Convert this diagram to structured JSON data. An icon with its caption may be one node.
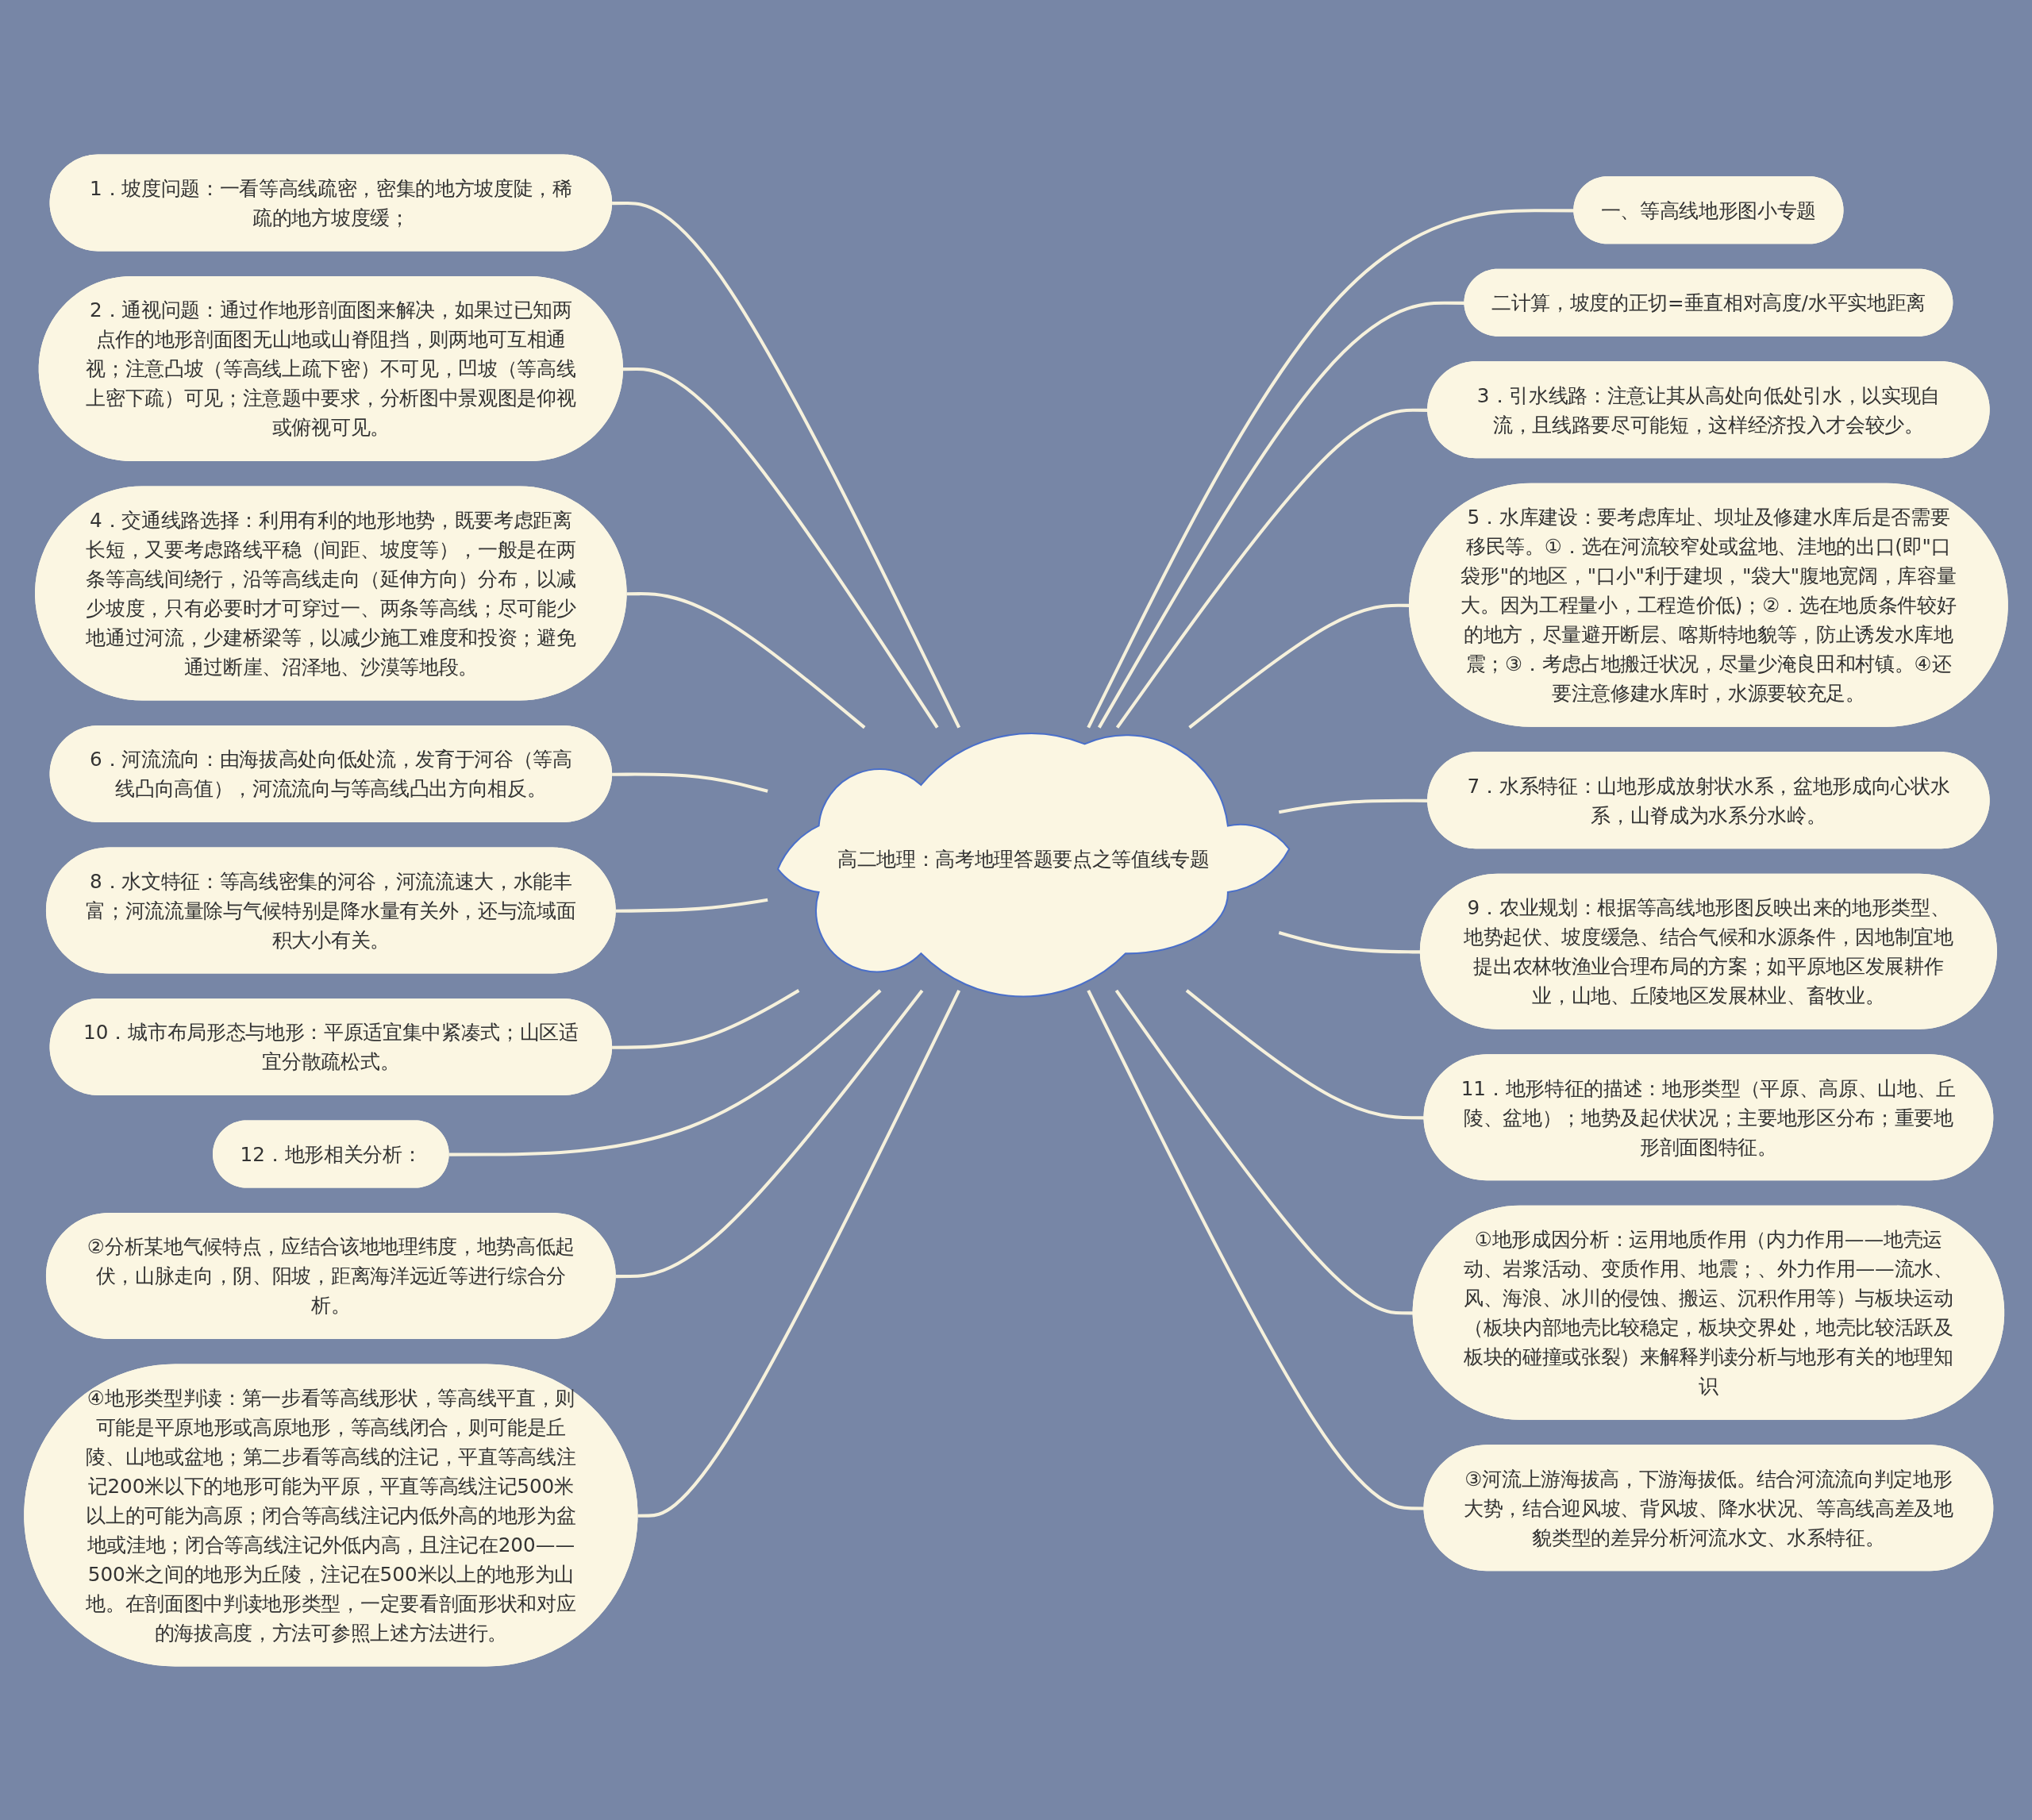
{
  "diagram": {
    "nodes": [
      {
        "text": [
          "高二地理：高考地理答题要点之等值线专题"
        ]
      },
      {
        "text": [
          "一、等高线地形图小专题"
        ]
      },
      {
        "text": [
          "二计算，坡度的正切=垂直相对高度/水平实地距离"
        ]
      },
      {
        "text": [
          "3．引水线路：注意让其从高处向低处引水，以实现自流，且线路要尽可能短，这样经济投入才会较少。"
        ]
      },
      {
        "text": [
          "5．水库建设：要考虑库址、坝址及修建水库后是否需要移民等。①．选在河流较窄处或盆地、洼地的出口(即\"口袋形\"的地区，\"口小\"利于建坝，\"袋大\"腹地宽阔，库容量大。因为工程量小，工程造价低)；②．选在地质条件较好的地方，尽量避开断层、喀斯特地貌等，防止诱发水库地震；③．考虑占地搬迁状况，尽量少淹良田和村镇。④还要注意修建水库时，水源要较充足。"
        ]
      },
      {
        "text": [
          "7．水系特征：山地形成放射状水系，盆地形成向心状水系，山脊成为水系分水岭。"
        ]
      },
      {
        "text": [
          "9．农业规划：根据等高线地形图反映出来的地形类型、地势起伏、坡度缓急、结合气候和水源条件，因地制宜地提出农林牧渔业合理布局的方案；如平原地区发展耕作业，山地、丘陵地区发展林业、畜牧业。"
        ]
      },
      {
        "text": [
          "11．地形特征的描述：地形类型（平原、高原、山地、丘陵、盆地）；地势及起伏状况；主要地形区分布；重要地形剖面图特征。"
        ]
      },
      {
        "text": [
          "①地形成因分析：运用地质作用（内力作用——地壳运动、岩浆活动、变质作用、地震；、外力作用——流水、风、海浪、冰川的侵蚀、搬运、沉积作用等）与板块运动（板块内部地壳比较稳定，板块交界处，地壳比较活跃及板块的碰撞或张裂）来解释判读分析与地形有关的地理知识"
        ]
      },
      {
        "text": [
          "③河流上游海拔高，下游海拔低。结合河流流向判定地形大势，结合迎风坡、背风坡、降水状况、等高线高差及地貌类型的差异分析河流水文、水系特征。"
        ]
      },
      {
        "text": [
          "1．坡度问题：一看等高线疏密，密集的地方坡度陡，稀疏的地方坡度缓；"
        ]
      },
      {
        "text": [
          "2．通视问题：通过作地形剖面图来解决，如果过已知两点作的地形剖面图无山地或山脊阻挡，则两地可互相通视；注意凸坡（等高线上疏下密）不可见，凹坡（等高线上密下疏）可见；注意题中要求，分析图中景观图是仰视或俯视可见。"
        ]
      },
      {
        "text": [
          "4．交通线路选择：利用有利的地形地势，既要考虑距离长短，又要考虑路线平稳（间距、坡度等），一般是在两条等高线间绕行，沿等高线走向（延伸方向）分布，以减少坡度，只有必要时才可穿过一、两条等高线；尽可能少地通过河流，少建桥梁等，以减少施工难度和投资；避免通过断崖、沼泽地、沙漠等地段。"
        ]
      },
      {
        "text": [
          "6．河流流向：由海拔高处向低处流，发育于河谷（等高线凸向高值），河流流向与等高线凸出方向相反。"
        ]
      },
      {
        "text": [
          "8．水文特征：等高线密集的河谷，河流流速大，水能丰富；河流流量除与气候特别是降水量有关外，还与流域面积大小有关。"
        ]
      },
      {
        "text": [
          "10．城市布局形态与地形：平原适宜集中紧凑式；山区适宜分散疏松式。"
        ]
      },
      {
        "text": [
          "12．地形相关分析："
        ]
      },
      {
        "text": [
          "②分析某地气候特点，应结合该地地理纬度，地势高低起伏，山脉走向，阴、阳坡，距离海洋远近等进行综合分析。"
        ]
      },
      {
        "text": [
          "④地形类型判读：第一步看等高线形状，等高线平直，则可能是平原地形或高原地形，等高线闭合，则可能是丘陵、山地或盆地；第二步看等高线的注记，平直等高线注记200米以下的地形可能为平原，平直等高线注记500米以上的可能为高原；闭合等高线注记内低外高的地形为盆地或洼地；闭合等高线注记外低内高，且注记在200——500米之间的地形为丘陵，注记在500米以上的地形为山地。在剖面图中判读地形类型，一定要看剖面形状和对应的海拔高度，方法可参照上述方法进行。"
        ]
      }
    ],
    "edges": [
      {
        "from": 0,
        "to": 1,
        "arrow": "none"
      },
      {
        "from": 0,
        "to": 2,
        "arrow": "none"
      },
      {
        "from": 0,
        "to": 3,
        "arrow": "none"
      },
      {
        "from": 0,
        "to": 4,
        "arrow": "none"
      },
      {
        "from": 0,
        "to": 5,
        "arrow": "none"
      },
      {
        "from": 0,
        "to": 6,
        "arrow": "none"
      },
      {
        "from": 0,
        "to": 7,
        "arrow": "none"
      },
      {
        "from": 0,
        "to": 8,
        "arrow": "none"
      },
      {
        "from": 0,
        "to": 9,
        "arrow": "none"
      },
      {
        "from": 10,
        "to": 0,
        "arrow": "none"
      },
      {
        "from": 11,
        "to": 0,
        "arrow": "none"
      },
      {
        "from": 12,
        "to": 0,
        "arrow": "none"
      },
      {
        "from": 13,
        "to": 0,
        "arrow": "none"
      },
      {
        "from": 14,
        "to": 0,
        "arrow": "none"
      },
      {
        "from": 15,
        "to": 0,
        "arrow": "none"
      },
      {
        "from": 16,
        "to": 0,
        "arrow": "none"
      },
      {
        "from": 17,
        "to": 0,
        "arrow": "none"
      },
      {
        "from": 18,
        "to": 0,
        "arrow": "none"
      }
    ]
  }
}
